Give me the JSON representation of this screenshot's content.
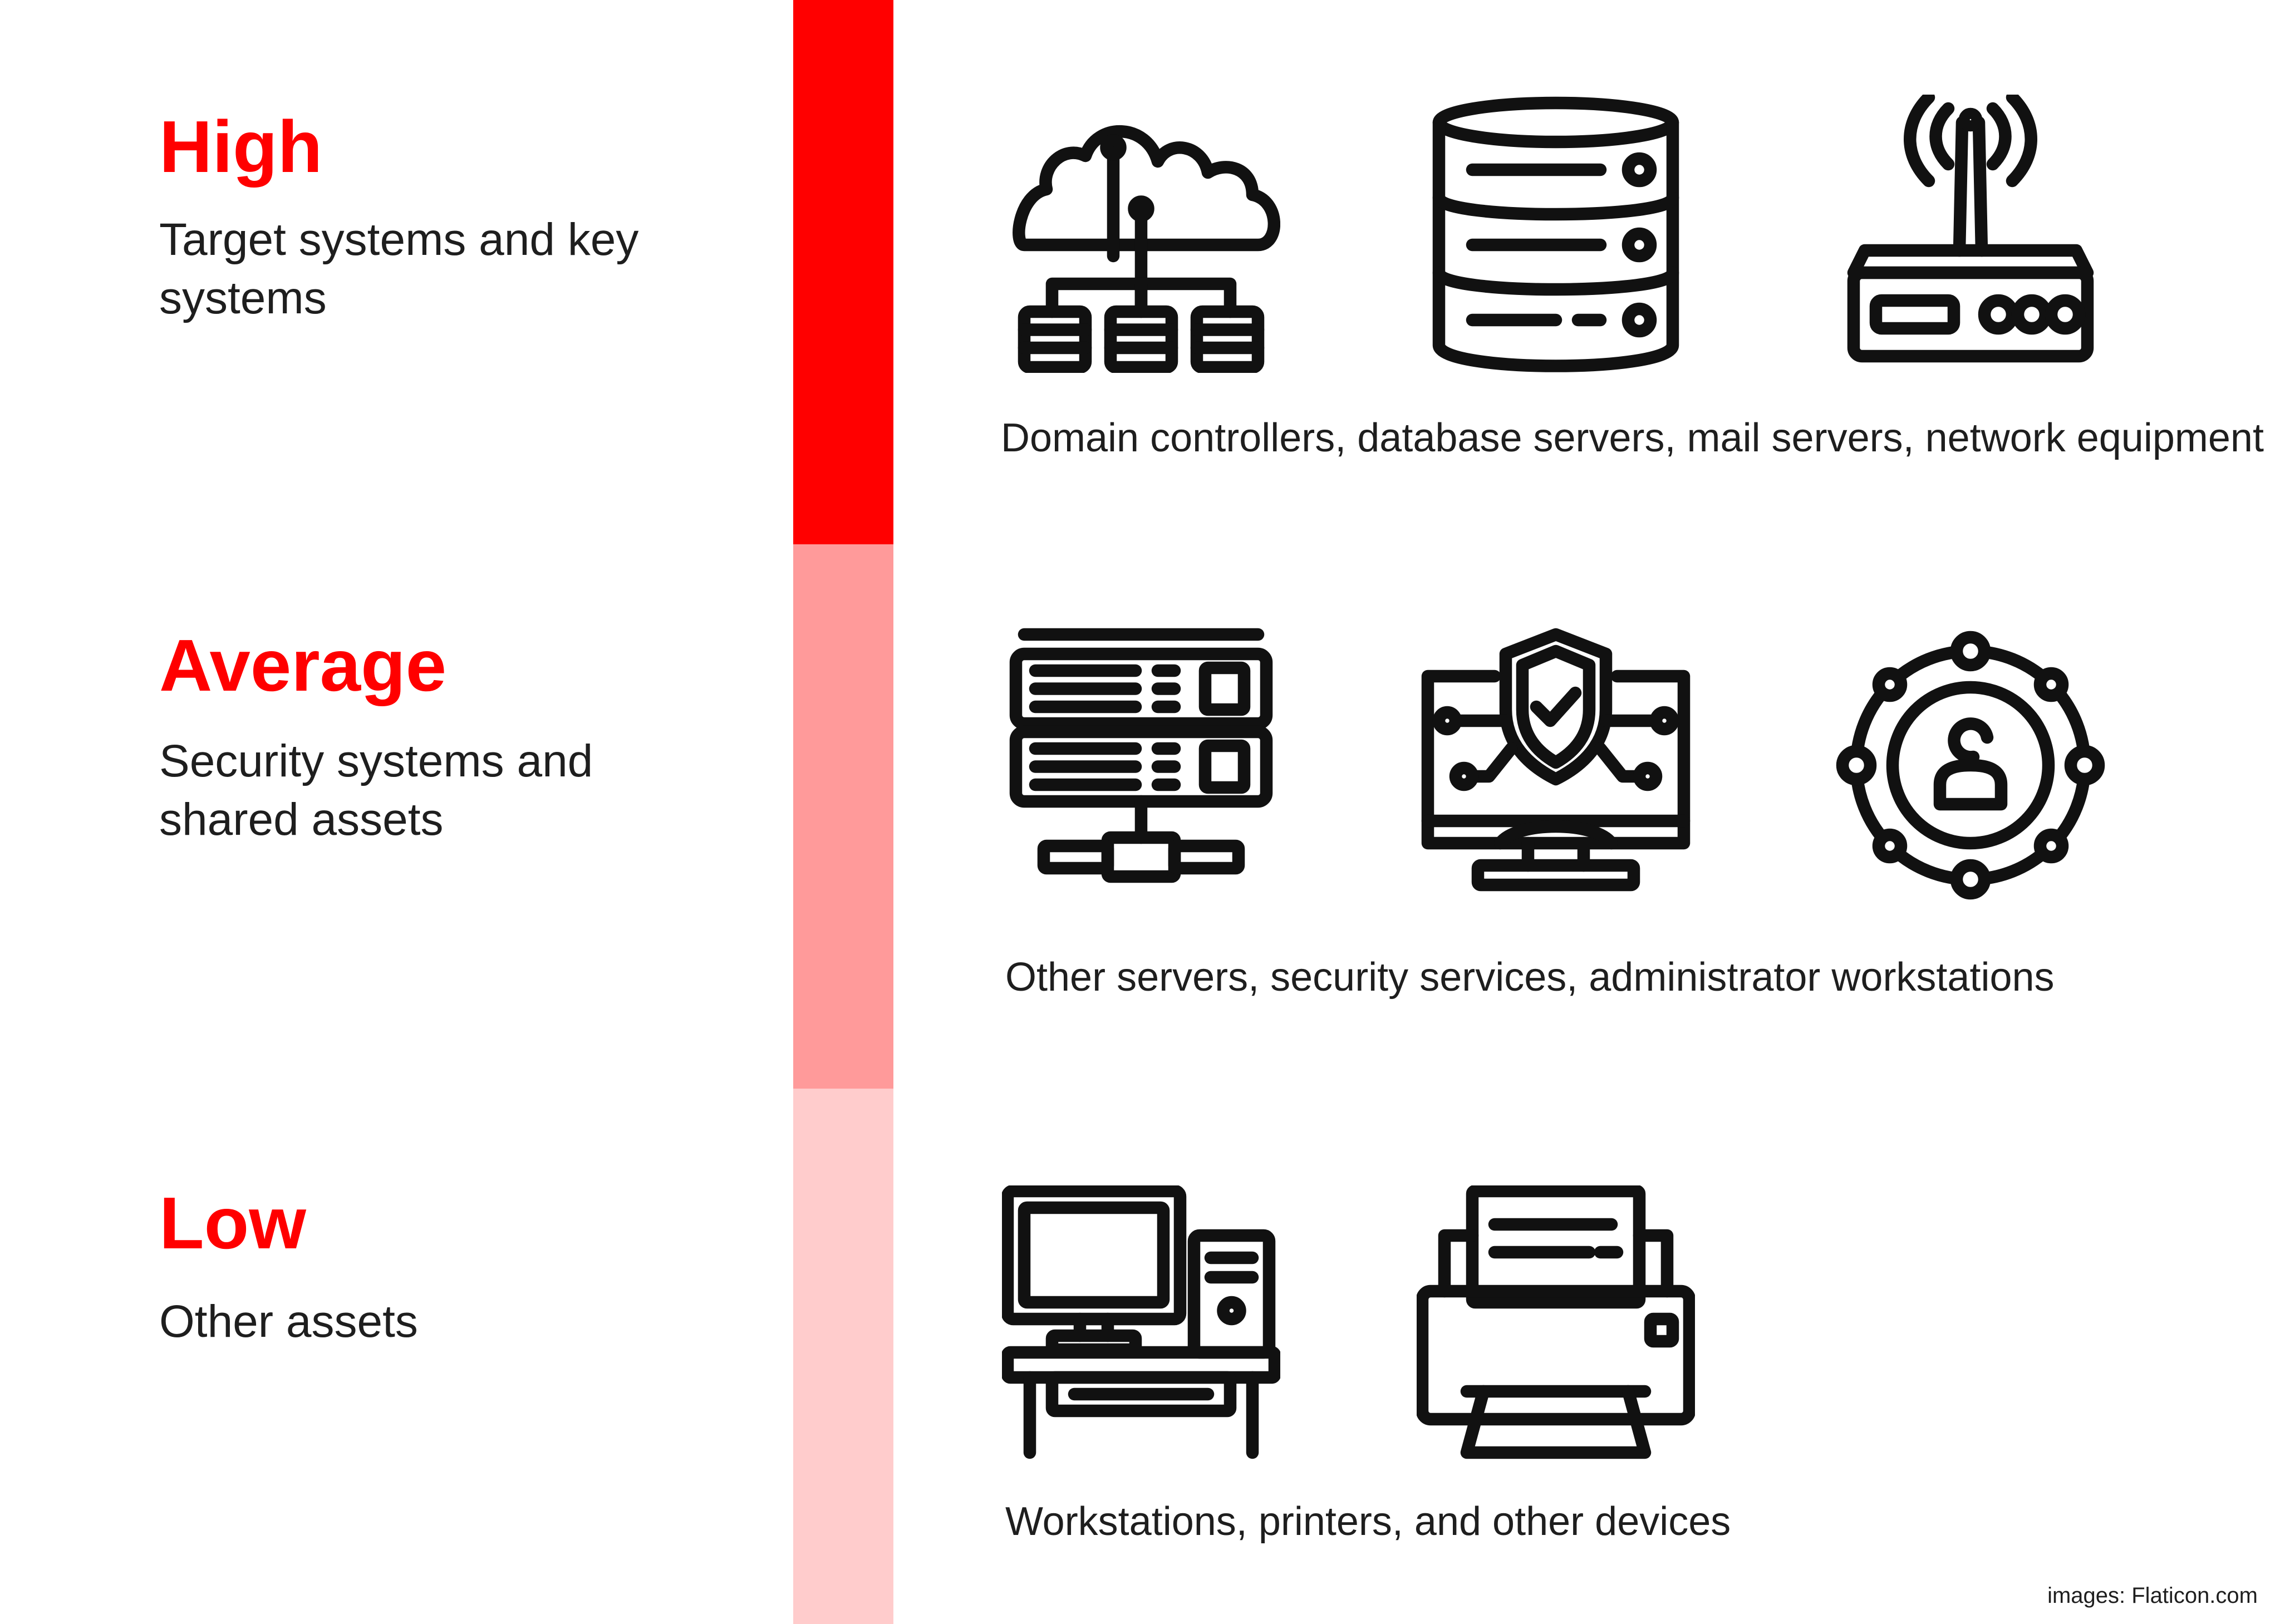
{
  "levels": {
    "high": {
      "title": "High",
      "description": "Target systems and key systems",
      "caption": "Domain controllers, database servers, mail servers, network equipment",
      "color": "#ff0000",
      "icons": [
        "cloud-network-icon",
        "database-icon",
        "router-icon"
      ]
    },
    "average": {
      "title": "Average",
      "description": "Security systems and shared assets",
      "caption": "Other servers, security services, administrator workstations",
      "color": "#ff9a9a",
      "icons": [
        "server-rack-icon",
        "shield-monitor-icon",
        "user-network-icon"
      ]
    },
    "low": {
      "title": "Low",
      "description": "Other assets",
      "caption": "Workstations, printers, and other devices",
      "color": "#ffcccc",
      "icons": [
        "desktop-workstation-icon",
        "printer-icon"
      ]
    }
  },
  "footer": {
    "credit": "images: Flaticon.com"
  }
}
